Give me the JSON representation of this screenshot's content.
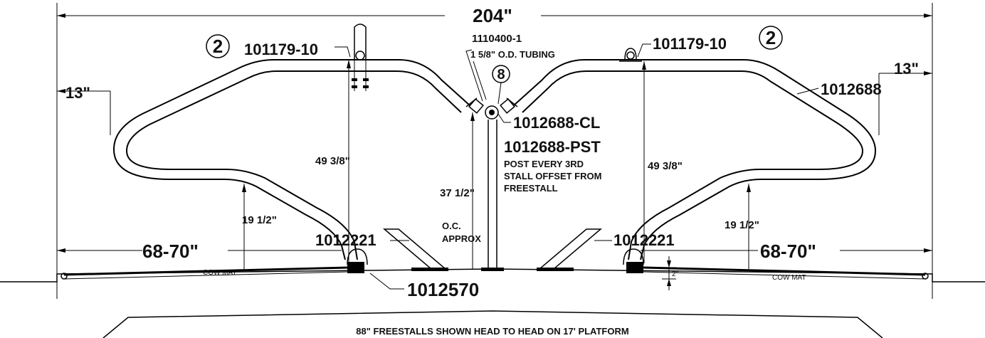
{
  "drawing": {
    "overall_width": "204\"",
    "side_offset": "13\"",
    "bed_length": "68-70\"",
    "loop_height": "49 3/8\"",
    "lower_height": "19 1/2\"",
    "post_height": "37 1/2\"",
    "oc_note_line1": "O.C.",
    "oc_note_line2": "APPROX",
    "mat_thickness": "2\"",
    "cow_mat": "COW MAT"
  },
  "parts": {
    "bracket": "101179-10",
    "bracket_qty": "2",
    "clamp_part": "1110400-1",
    "tubing": "1 5/8\" O.D. TUBING",
    "center_qty": "8",
    "loop": "1012688",
    "clamp": "1012688-CL",
    "post": "1012688-PST",
    "post_note_1": "POST EVERY 3RD",
    "post_note_2": "STALL OFFSET FROM",
    "post_note_3": "FREESTALL",
    "brisket": "1012221",
    "curb": "1012570"
  },
  "footer": {
    "caption": "88\" FREESTALLS SHOWN HEAD TO HEAD ON 17' PLATFORM"
  }
}
